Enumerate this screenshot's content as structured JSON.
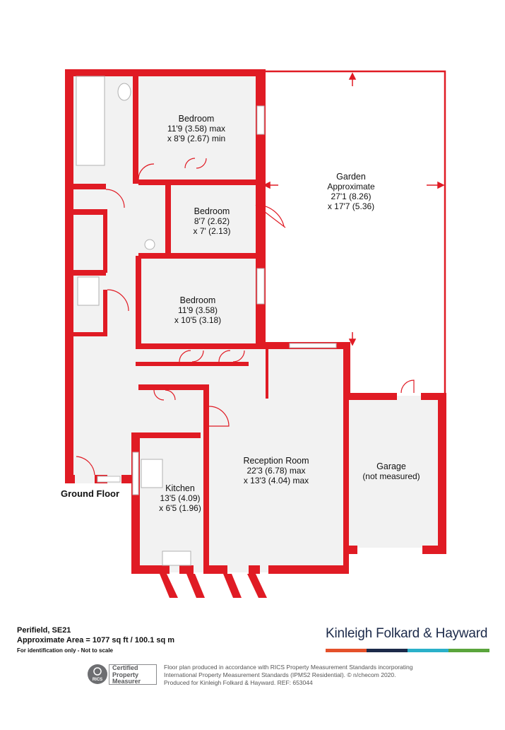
{
  "rooms": [
    {
      "id": "bedroom1",
      "name": "Bedroom",
      "dim1": "11'9 (3.58) max",
      "dim2": "x 8'9 (2.67) min"
    },
    {
      "id": "bedroom2",
      "name": "Bedroom",
      "dim1": "8'7 (2.62)",
      "dim2": "x 7' (2.13)"
    },
    {
      "id": "bedroom3",
      "name": "Bedroom",
      "dim1": "11'9 (3.58)",
      "dim2": "x 10'5 (3.18)"
    },
    {
      "id": "garden",
      "name": "Garden",
      "name2": "Approximate",
      "dim1": "27'1 (8.26)",
      "dim2": "x 17'7 (5.36)"
    },
    {
      "id": "reception",
      "name": "Reception Room",
      "dim1": "22'3 (6.78) max",
      "dim2": "x 13'3 (4.04) max"
    },
    {
      "id": "kitchen",
      "name": "Kitchen",
      "dim1": "13'5 (4.09)",
      "dim2": "x 6'5 (1.96)"
    },
    {
      "id": "garage",
      "name": "Garage",
      "dim1": "(not measured)"
    }
  ],
  "floor_label": "Ground Floor",
  "footer": {
    "address": "Perifield, SE21",
    "area": "Approximate Area = 1077 sq ft / 100.1 sq m",
    "note": "For identification only - Not to scale"
  },
  "brand": {
    "name": "Kinleigh Folkard & Hayward",
    "bar_colors": [
      "#e4502a",
      "#1c2a4a",
      "#2ab0c9",
      "#5aa53c"
    ]
  },
  "rics": {
    "logo_text": "RICS",
    "line1": "Certified",
    "line2": "Property",
    "line3": "Measurer"
  },
  "disclaimer": {
    "line1": "Floor plan produced in accordance with RICS Property Measurement Standards incorporating",
    "line2": "International Property Measurement Standards (IPMS2 Residential). © n/checom 2020.",
    "line3": "Produced for Kinleigh Folkard & Hayward.   REF: 653044"
  },
  "colors": {
    "wall": "#e01b24",
    "floor": "#f2f2f2",
    "text": "#111111"
  }
}
